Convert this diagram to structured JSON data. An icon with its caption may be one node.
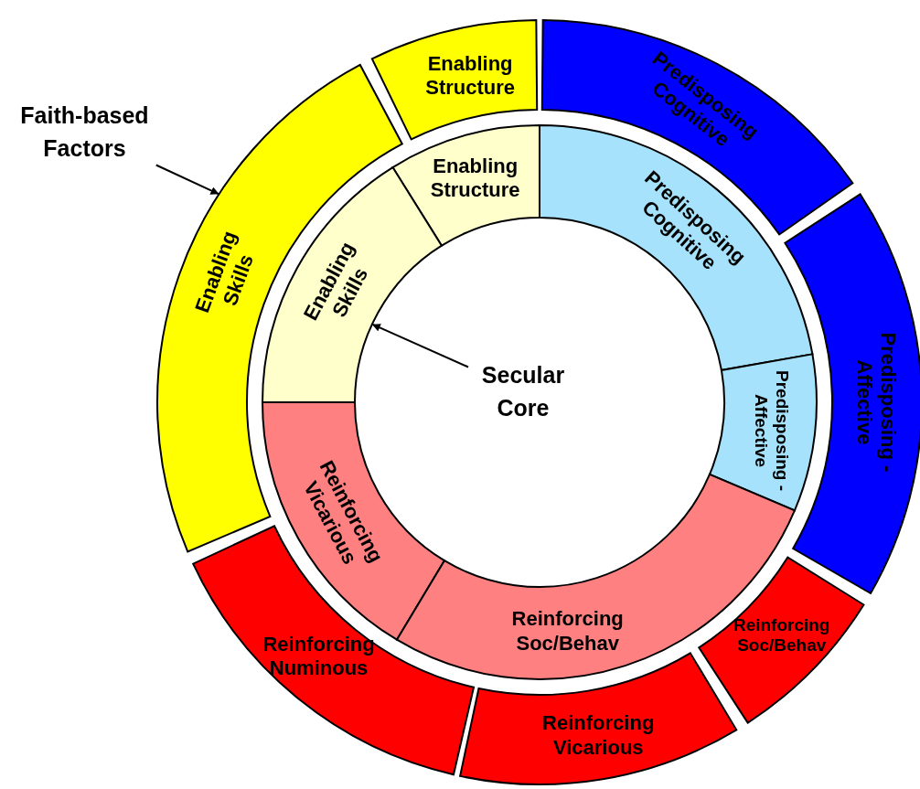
{
  "diagram": {
    "nodes": [
      {
        "text": [
          "Faith-based Factors"
        ]
      },
      {
        "text": [
          "Enabling Structure"
        ]
      },
      {
        "text": [
          "Predisposing Cognitive"
        ]
      },
      {
        "text": [
          "Enabling Structure"
        ]
      },
      {
        "text": [
          "Predisposing Cognitive"
        ]
      },
      {
        "text": [
          "Enabling Skills"
        ]
      },
      {
        "text": [
          "Enabling Skills"
        ]
      },
      {
        "text": [
          "Predisposing - Affective"
        ]
      },
      {
        "text": [
          "Secular Core"
        ]
      },
      {
        "text": [
          "Predisposing - Affective"
        ]
      },
      {
        "text": [
          "Reinforcing Vicarious"
        ]
      },
      {
        "text": [
          "Reinforcing Soc/Behav"
        ]
      },
      {
        "text": [
          "Reinforcing Soc/Behav"
        ]
      },
      {
        "text": [
          "Reinforcing Numinous"
        ]
      },
      {
        "text": [
          "Reinforcing Vicarious"
        ]
      }
    ],
    "edges": [
      {
        "from": 0,
        "to": 5,
        "arrow": "to"
      },
      {
        "from": 8,
        "to": 6,
        "arrow": "to"
      }
    ]
  }
}
